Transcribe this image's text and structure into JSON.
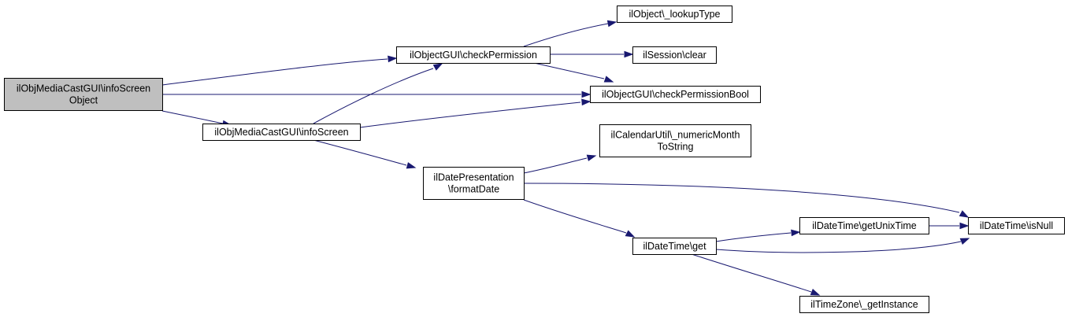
{
  "diagram": {
    "type": "call-graph",
    "edge_color": "#191970",
    "root_fill": "#bfbfbf",
    "nodes": [
      {
        "id": "root",
        "lines": [
          "ilObjMediaCastGUI\\infoScreen",
          "Object"
        ],
        "is_root": true
      },
      {
        "id": "check_permission",
        "lines": [
          "ilObjectGUI\\checkPermission"
        ]
      },
      {
        "id": "info_screen",
        "lines": [
          "ilObjMediaCastGUI\\infoScreen"
        ]
      },
      {
        "id": "lookup_type",
        "lines": [
          "ilObject\\_lookupType"
        ]
      },
      {
        "id": "session_clear",
        "lines": [
          "ilSession\\clear"
        ]
      },
      {
        "id": "check_permission_bool",
        "lines": [
          "ilObjectGUI\\checkPermissionBool"
        ]
      },
      {
        "id": "numeric_month",
        "lines": [
          "ilCalendarUtil\\_numericMonth",
          "ToString"
        ]
      },
      {
        "id": "format_date",
        "lines": [
          "ilDatePresentation",
          "\\formatDate"
        ]
      },
      {
        "id": "datetime_get",
        "lines": [
          "ilDateTime\\get"
        ]
      },
      {
        "id": "get_unix_time",
        "lines": [
          "ilDateTime\\getUnixTime"
        ]
      },
      {
        "id": "is_null",
        "lines": [
          "ilDateTime\\isNull"
        ]
      },
      {
        "id": "timezone_instance",
        "lines": [
          "ilTimeZone\\_getInstance"
        ]
      }
    ],
    "edges": [
      {
        "from": "root",
        "to": "check_permission"
      },
      {
        "from": "root",
        "to": "check_permission_bool"
      },
      {
        "from": "root",
        "to": "info_screen"
      },
      {
        "from": "check_permission",
        "to": "lookup_type"
      },
      {
        "from": "check_permission",
        "to": "session_clear"
      },
      {
        "from": "check_permission",
        "to": "check_permission_bool"
      },
      {
        "from": "info_screen",
        "to": "check_permission"
      },
      {
        "from": "info_screen",
        "to": "check_permission_bool"
      },
      {
        "from": "info_screen",
        "to": "format_date"
      },
      {
        "from": "format_date",
        "to": "numeric_month"
      },
      {
        "from": "format_date",
        "to": "is_null"
      },
      {
        "from": "format_date",
        "to": "datetime_get"
      },
      {
        "from": "datetime_get",
        "to": "get_unix_time"
      },
      {
        "from": "datetime_get",
        "to": "is_null"
      },
      {
        "from": "datetime_get",
        "to": "timezone_instance"
      },
      {
        "from": "get_unix_time",
        "to": "is_null"
      }
    ]
  }
}
